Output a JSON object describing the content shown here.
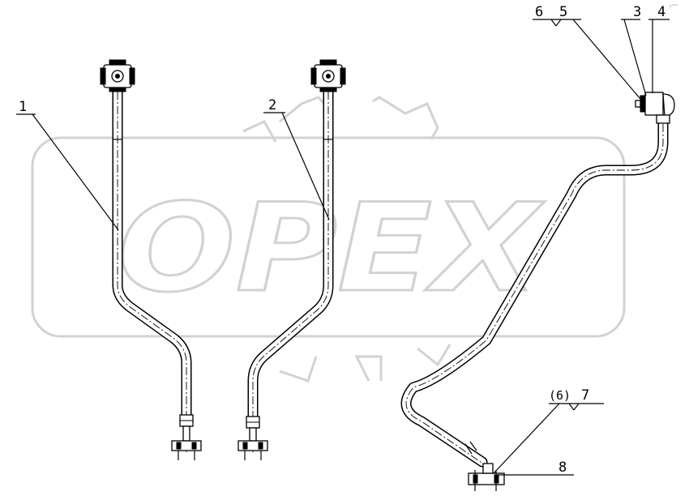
{
  "watermark": {
    "text": "OPEX"
  },
  "callouts": [
    {
      "id": "1",
      "label": "1"
    },
    {
      "id": "2",
      "label": "2"
    },
    {
      "id": "3",
      "label": "3"
    },
    {
      "id": "4",
      "label": "4"
    },
    {
      "id": "5",
      "label": "5"
    },
    {
      "id": "6",
      "label": "6"
    },
    {
      "id": "6b",
      "label": "(6)"
    },
    {
      "id": "7",
      "label": "7"
    },
    {
      "id": "8",
      "label": "8"
    }
  ],
  "corner_mark": "c°°°"
}
